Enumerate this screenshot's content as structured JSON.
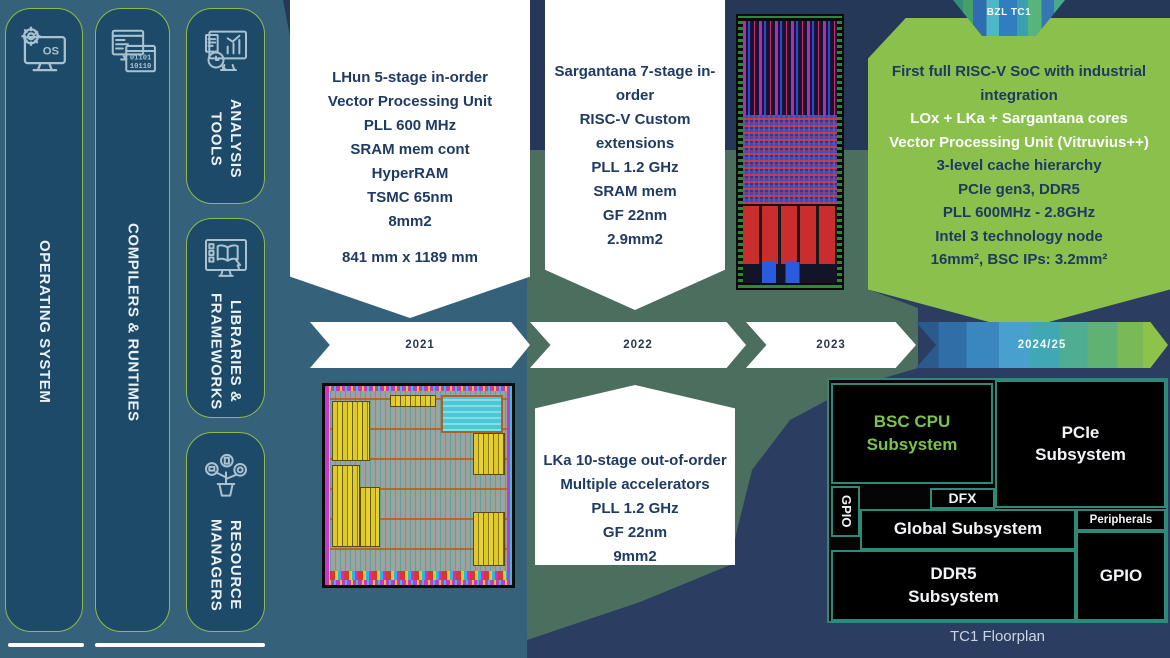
{
  "stack": {
    "pills": [
      {
        "label": "OPERATING SYSTEM"
      },
      {
        "label": "COMPILERS & RUNTIMES"
      },
      {
        "label": "ANALYSIS TOOLS"
      },
      {
        "label": "LIBRARIES & FRAMEWORKS"
      },
      {
        "label": "RESOURCE MANAGERS"
      }
    ]
  },
  "timeline": {
    "years": [
      "2021",
      "2022",
      "2023",
      "2024/25"
    ]
  },
  "ribbon": {
    "label": "BZL TC1"
  },
  "callouts": {
    "lhun": {
      "lines": [
        "LHun 5-stage in-order",
        "Vector Processing Unit",
        "PLL 600 MHz",
        "SRAM mem cont",
        "HyperRAM",
        "TSMC 65nm",
        "8mm2"
      ],
      "footnote": "841 mm x 1189 mm"
    },
    "sargantana": {
      "lines": [
        "Sargantana 7-stage in-order",
        "RISC-V Custom extensions",
        "PLL 1.2 GHz",
        "SRAM mem",
        "GF 22nm",
        "2.9mm2"
      ]
    },
    "lka": {
      "lines": [
        "LKa 10-stage out-of-order",
        "Multiple accelerators",
        "PLL 1.2 GHz",
        "GF 22nm",
        "9mm2"
      ]
    },
    "soc": {
      "lines": [
        "First full RISC-V SoC with industrial integration",
        "LOx + LKa + Sargantana cores",
        "Vector Processing Unit (Vitruvius++)",
        "3-level cache hierarchy",
        "PCIe gen3, DDR5",
        "PLL 600MHz - 2.8GHz",
        "Intel 3 technology node",
        "16mm², BSC IPs: 3.2mm²"
      ]
    }
  },
  "floorplan": {
    "caption": "TC1 Floorplan",
    "blocks": {
      "bsc_cpu": "BSC CPU Subsystem",
      "pcie": "PCIe Subsystem",
      "gpio_left": "GPIO",
      "dfx": "DFX",
      "global": "Global Subsystem",
      "peripherals": "Peripherals",
      "ddr5": "DDR5 Subsystem",
      "gpio_right": "GPIO"
    }
  },
  "colors": {
    "accent_green": "#8BC04C",
    "navy_text": "#1E3A63",
    "floorplan_border": "#2E8A78"
  }
}
